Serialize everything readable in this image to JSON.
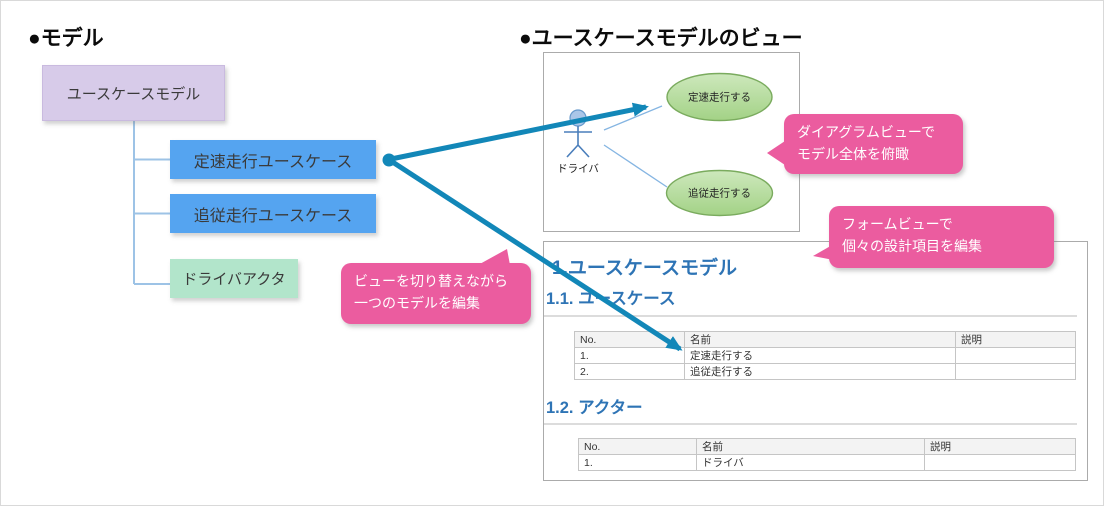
{
  "headings": {
    "model": "●モデル",
    "view": "●ユースケースモデルのビュー"
  },
  "model_tree": {
    "root": "ユースケースモデル",
    "children": [
      {
        "label": "定速走行ユースケース"
      },
      {
        "label": "追従走行ユースケース"
      },
      {
        "label": "ドライバアクタ"
      }
    ]
  },
  "diagram_view": {
    "actor": "ドライバ",
    "usecases": [
      {
        "label": "定速走行する"
      },
      {
        "label": "追従走行する"
      }
    ]
  },
  "form_view": {
    "title": "1.ユースケースモデル",
    "sections": [
      {
        "heading": "1.1. ユースケース",
        "columns": {
          "no": "No.",
          "name": "名前",
          "desc": "説明"
        },
        "rows": [
          {
            "no": "1.",
            "name": "定速走行する",
            "desc": ""
          },
          {
            "no": "2.",
            "name": "追従走行する",
            "desc": ""
          }
        ]
      },
      {
        "heading": "1.2. アクター",
        "columns": {
          "no": "No.",
          "name": "名前",
          "desc": "説明"
        },
        "rows": [
          {
            "no": "1.",
            "name": "ドライバ",
            "desc": ""
          }
        ]
      }
    ]
  },
  "callouts": {
    "diagram": {
      "line1": "ダイアグラムビューで",
      "line2": "モデル全体を俯瞰"
    },
    "form": {
      "line1": "フォームビューで",
      "line2": "個々の設計項目を編集"
    },
    "switch": {
      "line1": "ビューを切り替えながら",
      "line2": "一つのモデルを編集"
    }
  },
  "colors": {
    "callout_pink": "#EB5C9F",
    "arrow_teal": "#1287B8",
    "tree_root_purple": "#D7CBE9",
    "tree_usecase_blue": "#55A4F0",
    "tree_actor_green": "#B2E5CB",
    "connector_blue": "#9DC3E6",
    "usecase_ellipse_green": "#A9D48F",
    "form_heading_blue": "#2E74B5"
  }
}
